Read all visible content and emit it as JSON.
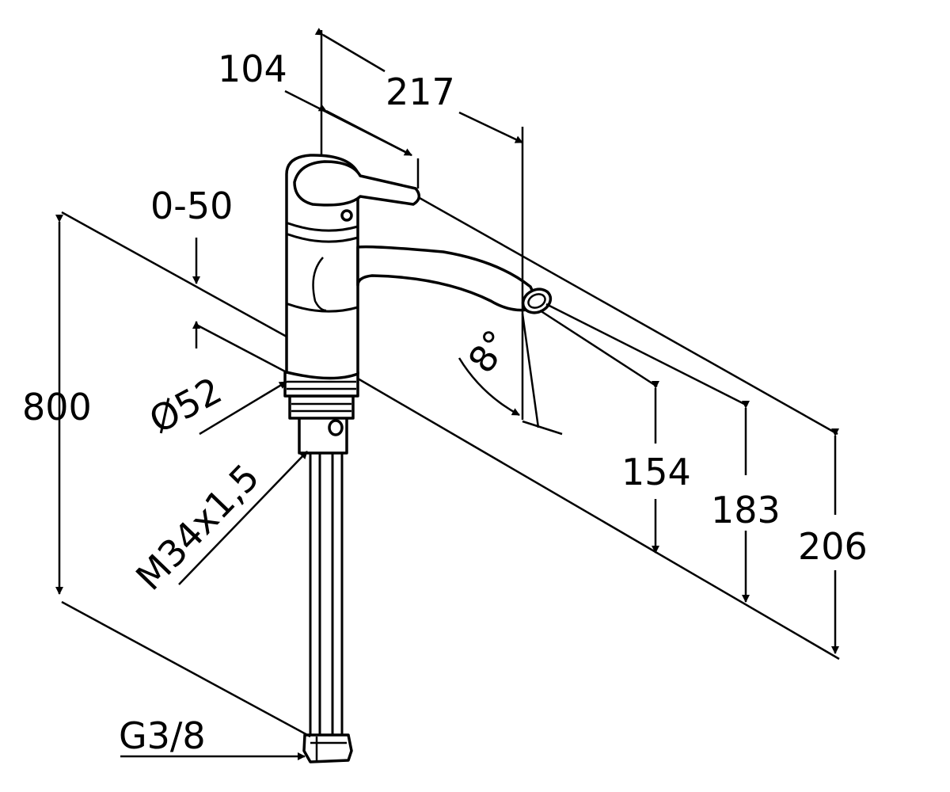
{
  "dimensions": {
    "d104": "104",
    "d217": "217",
    "d0_50": "0-50",
    "d800": "800",
    "d52": "Ø52",
    "dM34": "M34x1,5",
    "dG38": "G3/8",
    "d154": "154",
    "d183": "183",
    "d206": "206",
    "angle": "8°"
  }
}
